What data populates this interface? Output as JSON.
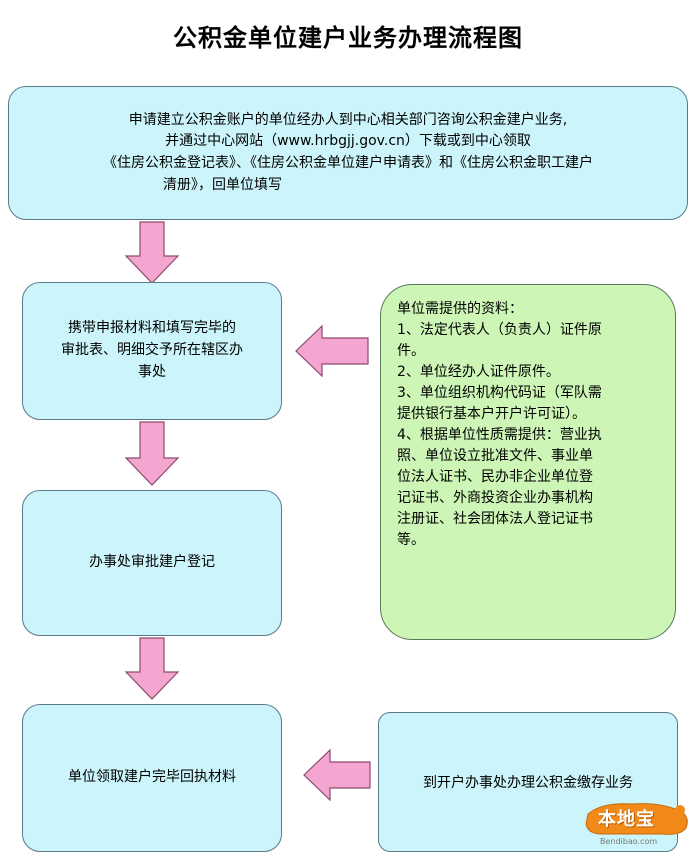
{
  "title": "公积金单位建户业务办理流程图",
  "step1": {
    "line1": "申请建立公积金账户的单位经办人到中心相关部门咨询公积金建户业务,",
    "line2": "并通过中心网站（www.hrbgjj.gov.cn）下载或到中心领取",
    "line3": "《住房公积金登记表》、《住房公积金单位建户申请表》和《住房公积金职工建户",
    "line4": "清册》，回单位填写"
  },
  "step2": {
    "line1": "携带申报材料和填写完毕的",
    "line2": "审批表、明细交予所在辖区办",
    "line3": "事处"
  },
  "step3": "办事处审批建户登记",
  "step4": "单位领取建户完毕回执材料",
  "materials": {
    "heading": "单位需提供的资料：",
    "lines": [
      "1、法定代表人（负责人）证件原",
      "件。",
      "2、单位经办人证件原件。",
      "3、单位组织机构代码证（军队需",
      "提供银行基本户开户许可证）。",
      "4、根据单位性质需提供：营业执",
      "照、单位设立批准文件、事业单",
      "位法人证书、民办非企业单位登",
      "记证书、外商投资企业办事机构",
      "注册证、社会团体法人登记证书",
      "等。"
    ]
  },
  "next_step": "到开户办事处办理公积金缴存业务",
  "watermark": {
    "brand": "本地宝",
    "url": "Bendibao.com"
  },
  "colors": {
    "box_fill": "#ccf5fb",
    "green_fill": "#cdf6b6",
    "arrow_fill": "#f4a6d0"
  }
}
